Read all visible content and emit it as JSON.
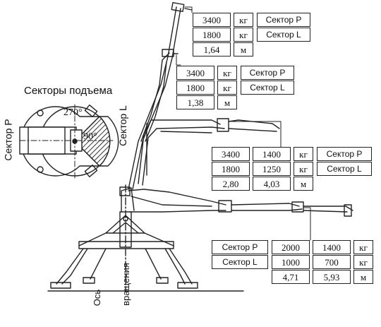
{
  "diagram": {
    "title": "Секторы подъема",
    "sector_p_label": "Сектор P",
    "sector_l_label": "Сектор L",
    "angle_large": "270°",
    "angle_small": "90°",
    "axis_label_line1": "Ось",
    "axis_label_line2": "вращения"
  },
  "tables": {
    "t1": {
      "r1": [
        "3400",
        "кг",
        "Сектор P"
      ],
      "r2": [
        "1800",
        "кг",
        "Сектор L"
      ],
      "r3": [
        "1,64",
        "м"
      ]
    },
    "t2": {
      "r1": [
        "3400",
        "кг",
        "Сектор P"
      ],
      "r2": [
        "1800",
        "кг",
        "Сектор L"
      ],
      "r3": [
        "1,38",
        "м"
      ]
    },
    "t3": {
      "r1": [
        "3400",
        "1400",
        "кг",
        "Сектор P"
      ],
      "r2": [
        "1800",
        "1250",
        "кг",
        "Сектор L"
      ],
      "r3": [
        "2,80",
        "4,03",
        "м"
      ]
    },
    "t4": {
      "r1": [
        "Сектор P",
        "2000",
        "1400",
        "кг"
      ],
      "r2": [
        "Сектор L",
        "1000",
        "700",
        "кг"
      ],
      "r3": [
        "4,71",
        "5,93",
        "м"
      ]
    }
  }
}
